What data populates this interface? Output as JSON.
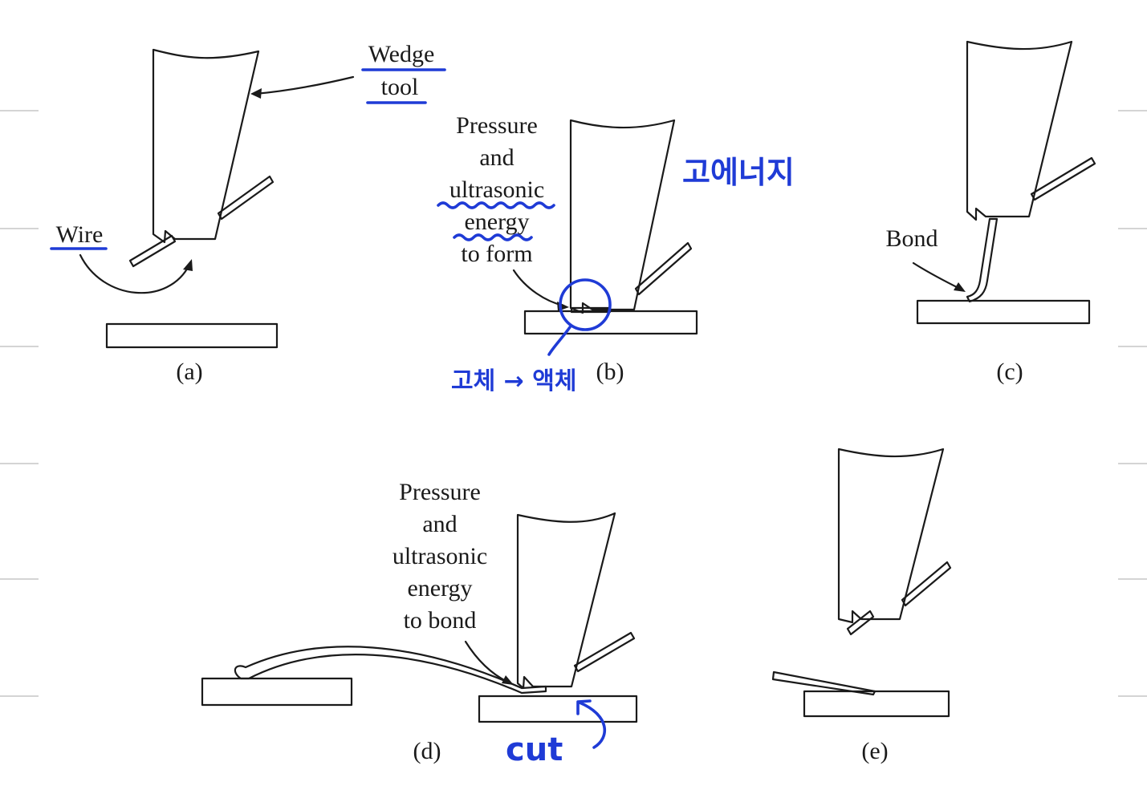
{
  "labels": {
    "wedge": "Wedge",
    "tool": "tool",
    "wire": "Wire",
    "bond": "Bond",
    "form_text": [
      "Pressure",
      "and",
      "ultrasonic",
      "energy",
      "to form"
    ],
    "bond_text": [
      "Pressure",
      "and",
      "ultrasonic",
      "energy",
      "to bond"
    ]
  },
  "captions": {
    "a": "(a)",
    "b": "(b)",
    "c": "(c)",
    "d": "(d)",
    "e": "(e)"
  },
  "annotations": {
    "high_energy": "고에너지",
    "solid_to_liquid": "고체 → 액체",
    "cut": "cut",
    "ink_color": "#1f3bd6"
  }
}
